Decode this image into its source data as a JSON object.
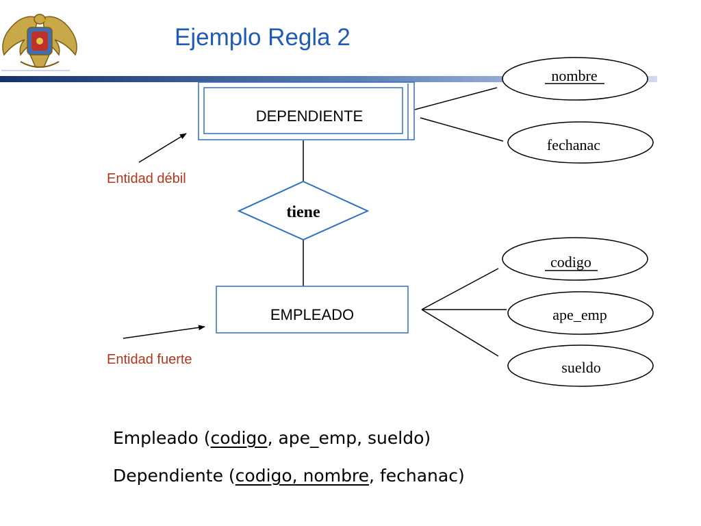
{
  "slide": {
    "title": "Ejemplo Regla 2",
    "logo_icon": "university-eagle-crest-icon"
  },
  "colors": {
    "title_blue": "#1f5bb5",
    "shape_blue": "#2e6fc4",
    "annotation_red": "#b5341a",
    "header_bar_dark": "#16306b",
    "header_bar_light": "#8fa8cf"
  },
  "diagram": {
    "weak_entity": {
      "label": "DEPENDIENTE"
    },
    "strong_entity": {
      "label": "EMPLEADO"
    },
    "relationship": {
      "label": "tiene"
    },
    "dependiente_attributes": [
      {
        "label": "nombre",
        "key": true
      },
      {
        "label": "fechanac",
        "key": false
      }
    ],
    "empleado_attributes": [
      {
        "label": "codigo",
        "key": true
      },
      {
        "label": "ape_emp",
        "key": false
      },
      {
        "label": "sueldo",
        "key": false
      }
    ],
    "annotations": {
      "weak": "Entidad débil",
      "strong": "Entidad fuerte"
    }
  },
  "relations": [
    {
      "prefix": "Empleado (",
      "key": "codigo",
      "suffix": ", ape_emp, sueldo)"
    },
    {
      "prefix": "Dependiente (",
      "key": "codigo, nombre",
      "suffix": ", fechanac)"
    }
  ]
}
